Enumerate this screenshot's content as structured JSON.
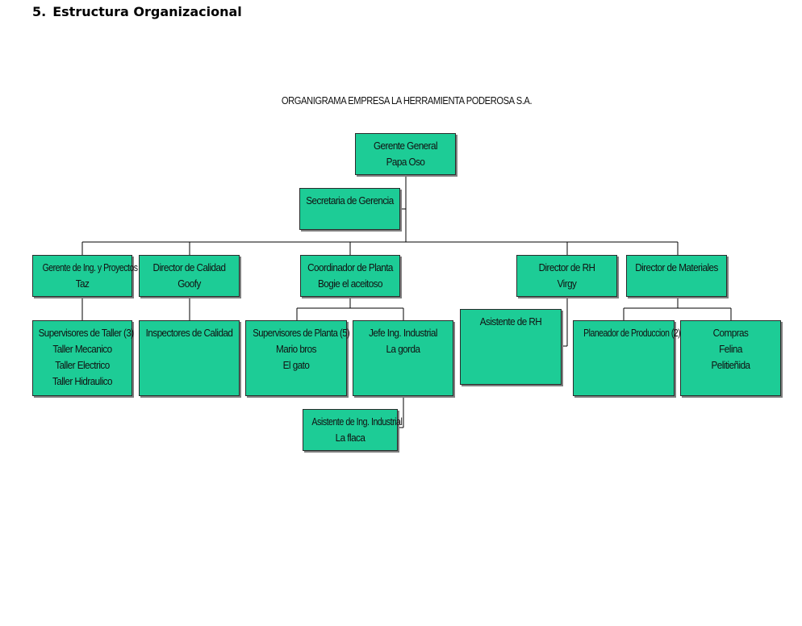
{
  "heading": {
    "number": "5.",
    "text": "Estructura Organizacional"
  },
  "chart_title": "ORGANIGRAMA EMPRESA LA HERRAMIENTA PODEROSA S.A.",
  "boxes": {
    "gerente_general": [
      "Gerente General",
      "Papa Oso"
    ],
    "secretaria": [
      "Secretaria de Gerencia"
    ],
    "gerente_ing": [
      "Gerente de Ing. y Proyectos",
      "Taz"
    ],
    "director_calidad": [
      "Director de Calidad",
      "Goofy"
    ],
    "coordinador_planta": [
      "Coordinador de Planta",
      "Bogie el aceitoso"
    ],
    "director_rh": [
      "Director de RH",
      "Virgy"
    ],
    "director_materiales": [
      "Director de Materiales"
    ],
    "supervisores_taller": [
      "Supervisores de Taller (3)",
      "Taller Mecanico",
      "Taller Electrico",
      "Taller Hidraulico"
    ],
    "inspectores_calidad": [
      "Inspectores de Calidad"
    ],
    "supervisores_planta": [
      "Supervisores de Planta (5)",
      "Mario bros",
      "El gato"
    ],
    "jefe_ing_industrial": [
      "Jefe Ing. Industrial",
      "La gorda"
    ],
    "asistente_rh": [
      "Asistente de RH"
    ],
    "planeador_produccion": [
      "Planeador de Produccion (2)"
    ],
    "compras": [
      "Compras",
      "Felina",
      "Pelitieñida"
    ],
    "asistente_ing_industrial": [
      "Asistente de Ing. Industrial",
      "La flaca"
    ]
  },
  "colors": {
    "box_fill": "#1dcc96",
    "box_border": "#2b2b2b",
    "connector": "#000000"
  }
}
